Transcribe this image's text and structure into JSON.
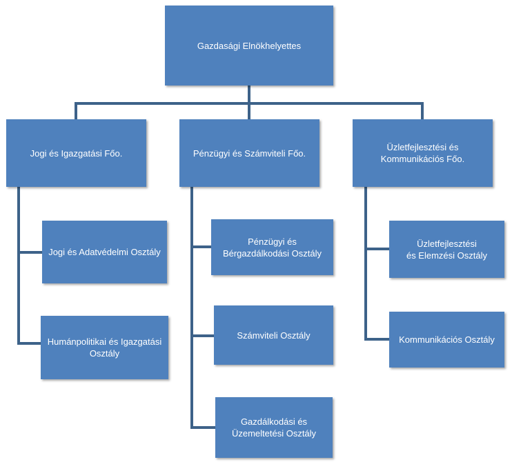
{
  "org_chart": {
    "root": {
      "label": "Gazdasági Elnökhelyettes"
    },
    "departments": [
      {
        "label": "Jogi és Igazgatási Főo.",
        "units": [
          "Jogi és Adatvédelmi Osztály",
          "Humánpolitikai és Igazgatási\nOsztály"
        ]
      },
      {
        "label": "Pénzügyi és Számviteli Főo.",
        "units": [
          "Pénzügyi és\nBérgazdálkodási Osztály",
          "Számviteli Osztály",
          "Gazdálkodási és\nÜzemeltetési Osztály"
        ]
      },
      {
        "label": "Üzletfejlesztési és\nKommunikációs Főo.",
        "units": [
          "Üzletfejlesztési\nés Elemzési Osztály",
          "Kommunikációs Osztály"
        ]
      }
    ]
  },
  "colors": {
    "box_fill": "#4f81bd",
    "connector": "#3d6289",
    "text": "#ffffff"
  }
}
